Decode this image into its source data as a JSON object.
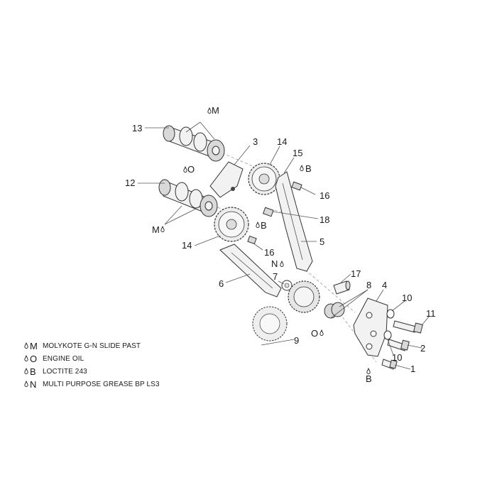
{
  "callouts": {
    "c1": "1",
    "c2": "2",
    "c3": "3",
    "c4": "4",
    "c5": "5",
    "c6": "6",
    "c7": "7",
    "c8": "8",
    "c9": "9",
    "c10a": "10",
    "c10b": "10",
    "c11": "11",
    "c12": "12",
    "c13": "13",
    "c14a": "14",
    "c14b": "14",
    "c15": "15",
    "c16a": "16",
    "c16b": "16",
    "c17": "17",
    "c18": "18"
  },
  "lube_marks": {
    "m_top": "M",
    "o_top": "O",
    "m_mid": "M",
    "b_top": "B",
    "b_mid": "B",
    "n_mid": "N",
    "o_low": "O",
    "b_low": "B"
  },
  "legend": [
    {
      "letter": "M",
      "text": "MOLYKOTE G-N SLIDE PAST"
    },
    {
      "letter": "O",
      "text": "ENGINE OIL"
    },
    {
      "letter": "B",
      "text": "LOCTITE 243"
    },
    {
      "letter": "N",
      "text": "MULTI PURPOSE GREASE BP LS3"
    }
  ]
}
